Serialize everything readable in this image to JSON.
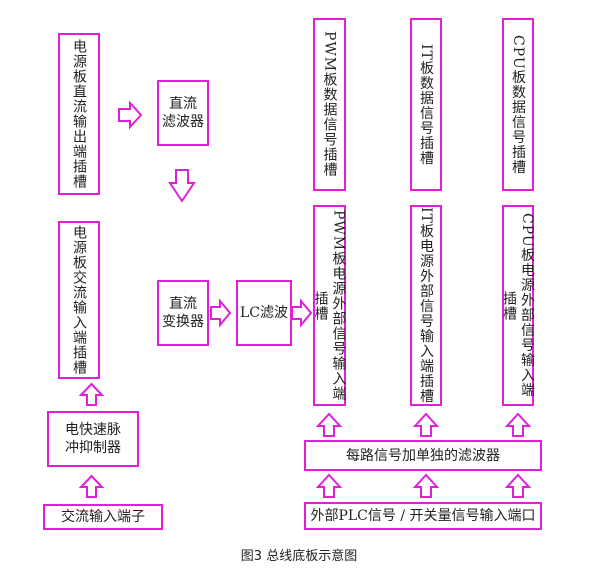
{
  "diagram": {
    "boxes": {
      "dc_output_slot": "电源板直流输出端插槽",
      "dc_filter": "直流\n滤波器",
      "ac_input_slot": "电源板交流输入端插槽",
      "dc_converter": "直流\n变换器",
      "lc_filter": "LC滤波",
      "pulse_suppressor": "电快速脉\n冲抑制器",
      "ac_input_terminal": "交流输入端子",
      "pwm_data_slot": "PWM板数据信号插槽",
      "it_data_slot": "IT板数据信号插槽",
      "cpu_data_slot": "CPU板数据信号插槽",
      "pwm_power_slot": "PWM板电源外部信号输入端插槽",
      "it_power_slot": "IT板电源外部信号输入端插槽",
      "cpu_power_slot": "CPU板电源外部信号输入端插槽",
      "signal_filter": "每路信号加单独的滤波器",
      "plc_input_port": "外部PLC信号 / 开关量信号输入端口"
    },
    "caption": "图3 总线底板示意图"
  },
  "colors": {
    "border": "#e020d8",
    "arrow": "#e020d8"
  }
}
